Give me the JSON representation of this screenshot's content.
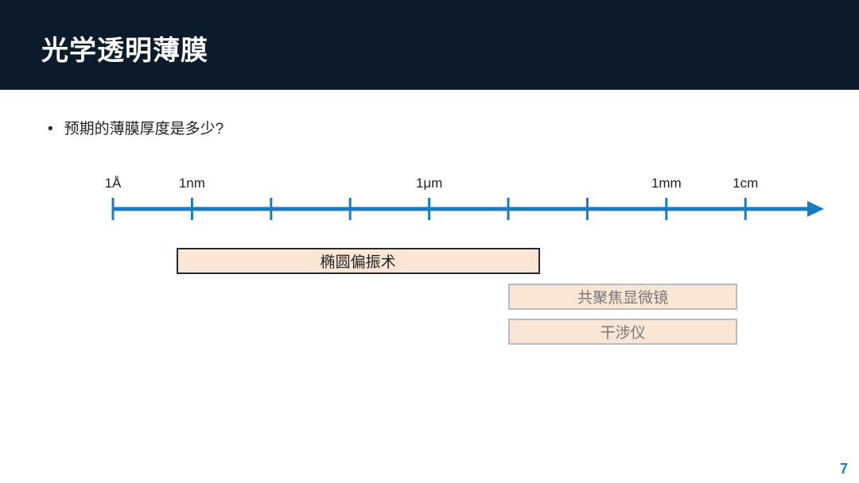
{
  "header": {
    "title": "光学透明薄膜"
  },
  "bullet": {
    "marker": "•",
    "text": "预期的薄膜厚度是多少?"
  },
  "scale": {
    "labels": [
      {
        "text": "1Å",
        "tick": 0
      },
      {
        "text": "1nm",
        "tick": 1
      },
      {
        "text": "1μm",
        "tick": 4
      },
      {
        "text": "1mm",
        "tick": 7
      },
      {
        "text": "1cm",
        "tick": 8
      }
    ],
    "tick_count": 9,
    "color": "#1a7bbf"
  },
  "methods": [
    {
      "name": "椭圆偏振术",
      "from_tick": 0.8,
      "to_tick": 5.4,
      "text_color": "#222222",
      "border": "#1c2a3a"
    },
    {
      "name": "共聚焦显微镜",
      "from_tick": 5.0,
      "to_tick": 7.9,
      "text_color": "#777777",
      "border": "#bbbbbb"
    },
    {
      "name": "干涉仪",
      "from_tick": 5.0,
      "to_tick": 7.9,
      "text_color": "#777777",
      "border": "#bbbbbb"
    }
  ],
  "footer": {
    "page_number": "7"
  }
}
